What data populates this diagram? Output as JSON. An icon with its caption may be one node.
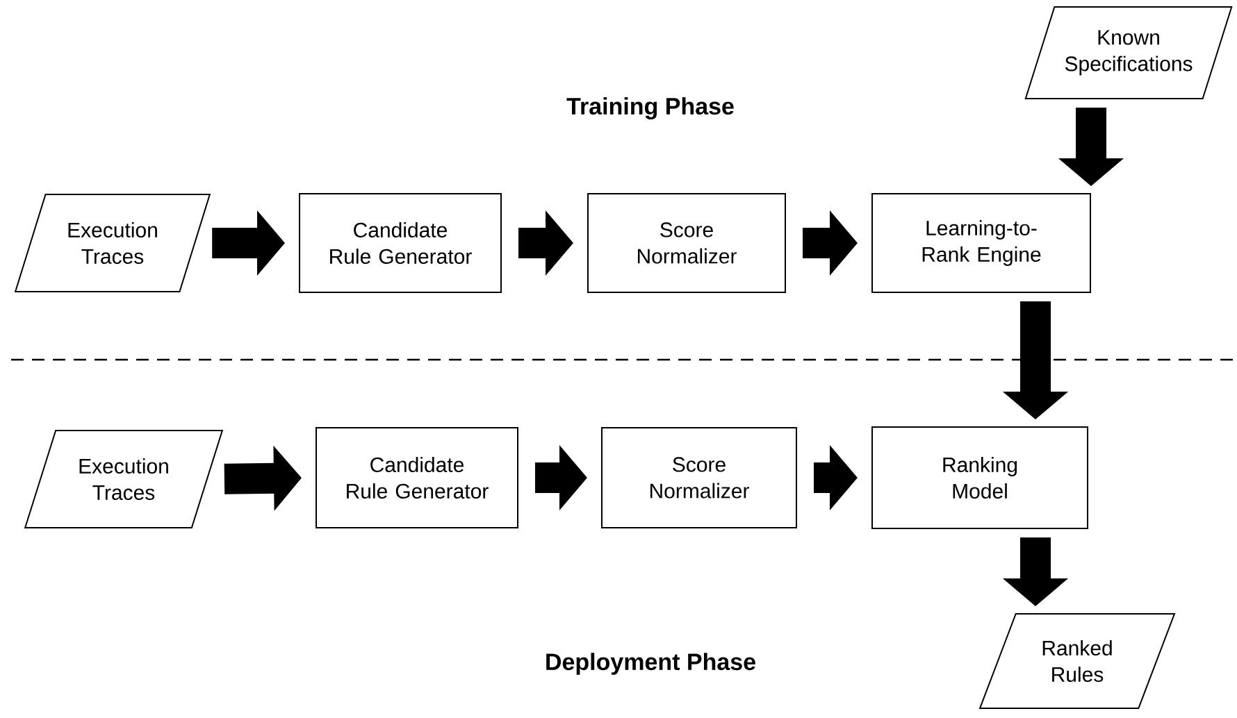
{
  "diagram": {
    "nodes": [
      {
        "text": [
          "Known Specifications"
        ]
      },
      {
        "text": [
          "Execution Traces"
        ]
      },
      {
        "text": [
          "Candidate Rule Generator"
        ]
      },
      {
        "text": [
          "Score Normalizer"
        ]
      },
      {
        "text": [
          "Learning-to-Rank Engine"
        ]
      },
      {
        "text": [
          "Execution Traces"
        ]
      },
      {
        "text": [
          "Candidate Rule Generator"
        ]
      },
      {
        "text": [
          "Score Normalizer"
        ]
      },
      {
        "text": [
          "Ranking Model"
        ]
      },
      {
        "text": [
          "Ranked Rules"
        ]
      }
    ],
    "edges": [
      {
        "from": 0,
        "to": 4,
        "arrow": "to"
      },
      {
        "from": 1,
        "to": 2,
        "arrow": "to"
      },
      {
        "from": 2,
        "to": 3,
        "arrow": "to"
      },
      {
        "from": 3,
        "to": 4,
        "arrow": "to"
      },
      {
        "from": 4,
        "to": 8,
        "arrow": "to"
      },
      {
        "from": 5,
        "to": 6,
        "arrow": "to"
      },
      {
        "from": 6,
        "to": 7,
        "arrow": "to"
      },
      {
        "from": 7,
        "to": 8,
        "arrow": "to"
      },
      {
        "from": 8,
        "to": 9,
        "arrow": "to"
      }
    ],
    "labels": [
      "Training Phase",
      "Deployment Phase"
    ]
  }
}
